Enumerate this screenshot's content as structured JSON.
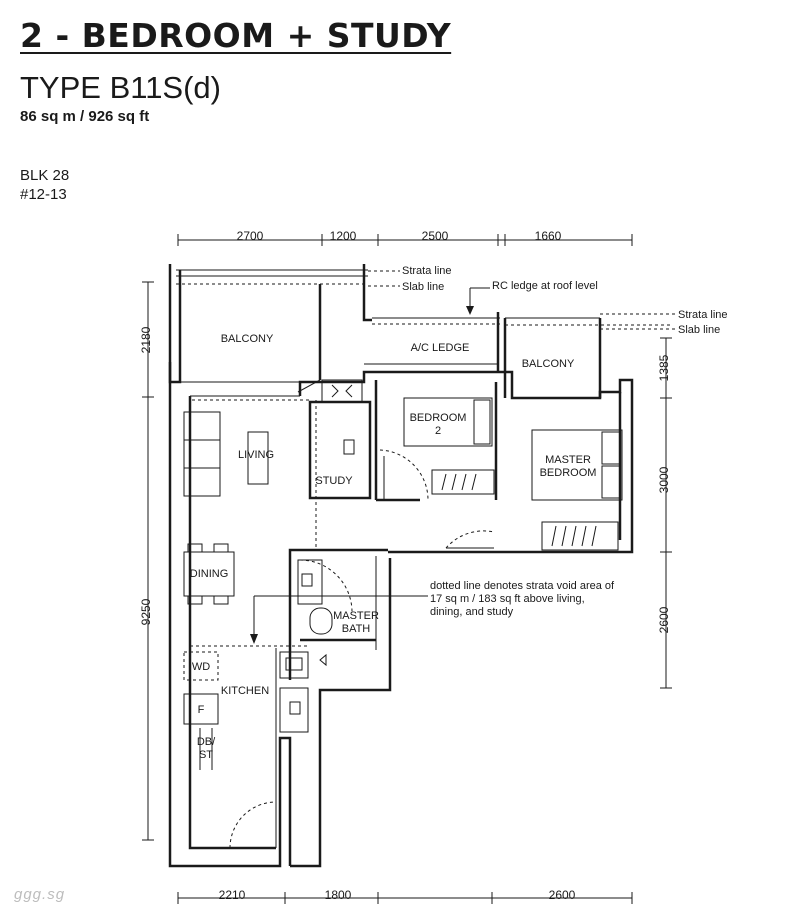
{
  "header": {
    "title": "2 - BEDROOM + STUDY",
    "type": "TYPE B11S(d)",
    "area": "86 sq m / 926 sq ft"
  },
  "block": {
    "blk": "BLK 28",
    "unit": "#12-13"
  },
  "dimensions": {
    "top": [
      "2700",
      "1200",
      "2500",
      "1660"
    ],
    "bottom": [
      "2210",
      "1800",
      "2600"
    ],
    "left": [
      "2180",
      "9250"
    ],
    "right": [
      "1385",
      "3000",
      "2600"
    ]
  },
  "rooms": {
    "balcony_left": "BALCONY",
    "ac_ledge": "A/C LEDGE",
    "balcony_right": "BALCONY",
    "bedroom2_line1": "BEDROOM",
    "bedroom2_line2": "2",
    "master_line1": "MASTER",
    "master_line2": "BEDROOM",
    "living": "LIVING",
    "study": "STUDY",
    "dining": "DINING",
    "master_bath_line1": "MASTER",
    "master_bath_line2": "BATH",
    "wd": "WD",
    "kitchen": "KITCHEN",
    "fridge": "F",
    "db_line1": "DB/",
    "db_line2": "ST"
  },
  "annotations": {
    "strata_line_top": "Strata line",
    "slab_line_top": "Slab line",
    "rc_ledge": "RC ledge at roof level",
    "strata_line_right": "Strata line",
    "slab_line_right": "Slab line",
    "void_note_1": "dotted line denotes strata void area of",
    "void_note_2": "17 sq m / 183 sq ft above living,",
    "void_note_3": "dining, and study"
  },
  "watermark": "ggg.sg"
}
